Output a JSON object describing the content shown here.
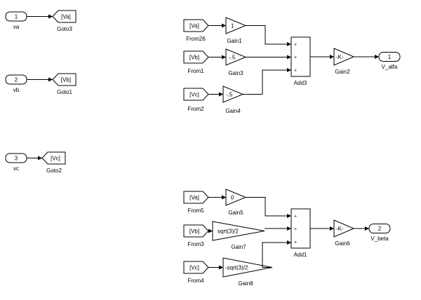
{
  "ports_in": [
    {
      "id": "in1",
      "number": "1",
      "name": "va"
    },
    {
      "id": "in2",
      "number": "2",
      "name": "vb"
    },
    {
      "id": "in3",
      "number": "3",
      "name": "vc"
    }
  ],
  "gotos": [
    {
      "id": "goto3",
      "tag": "[Va]",
      "name": "Goto3"
    },
    {
      "id": "goto1",
      "tag": "[Vb]",
      "name": "Goto1"
    },
    {
      "id": "goto2",
      "tag": "[Vc]",
      "name": "Goto2"
    }
  ],
  "froms": [
    {
      "id": "from26",
      "tag": "[Va]",
      "name": "From26"
    },
    {
      "id": "from1",
      "tag": "[Vb]",
      "name": "From1"
    },
    {
      "id": "from2",
      "tag": "[Vc]",
      "name": "From2"
    },
    {
      "id": "from5",
      "tag": "[Va]",
      "name": "From5"
    },
    {
      "id": "from3",
      "tag": "[Vb]",
      "name": "From3"
    },
    {
      "id": "from4",
      "tag": "[Vc]",
      "name": "From4"
    }
  ],
  "gains": [
    {
      "id": "gain1",
      "value": "1",
      "name": "Gain1"
    },
    {
      "id": "gain3",
      "value": "-.5",
      "name": "Gain3"
    },
    {
      "id": "gain4",
      "value": "-.5",
      "name": "Gain4"
    },
    {
      "id": "gain2",
      "value": "-K-",
      "name": "Gain2"
    },
    {
      "id": "gain5",
      "value": "0",
      "name": "Gain5"
    },
    {
      "id": "gain7",
      "value": "sqrt(3)/2",
      "name": "Gain7"
    },
    {
      "id": "gain8",
      "value": "-sqrt(3)/2",
      "name": "Gain8"
    },
    {
      "id": "gain6",
      "value": "-K-",
      "name": "Gain6"
    }
  ],
  "sums": [
    {
      "id": "add3",
      "name": "Add3",
      "signs": [
        "+",
        "+",
        "+"
      ]
    },
    {
      "id": "add1",
      "name": "Add1",
      "signs": [
        "+",
        "+",
        "+"
      ]
    }
  ],
  "ports_out": [
    {
      "id": "out1",
      "number": "1",
      "name": "V_alfa"
    },
    {
      "id": "out2",
      "number": "2",
      "name": "V_beta"
    }
  ]
}
